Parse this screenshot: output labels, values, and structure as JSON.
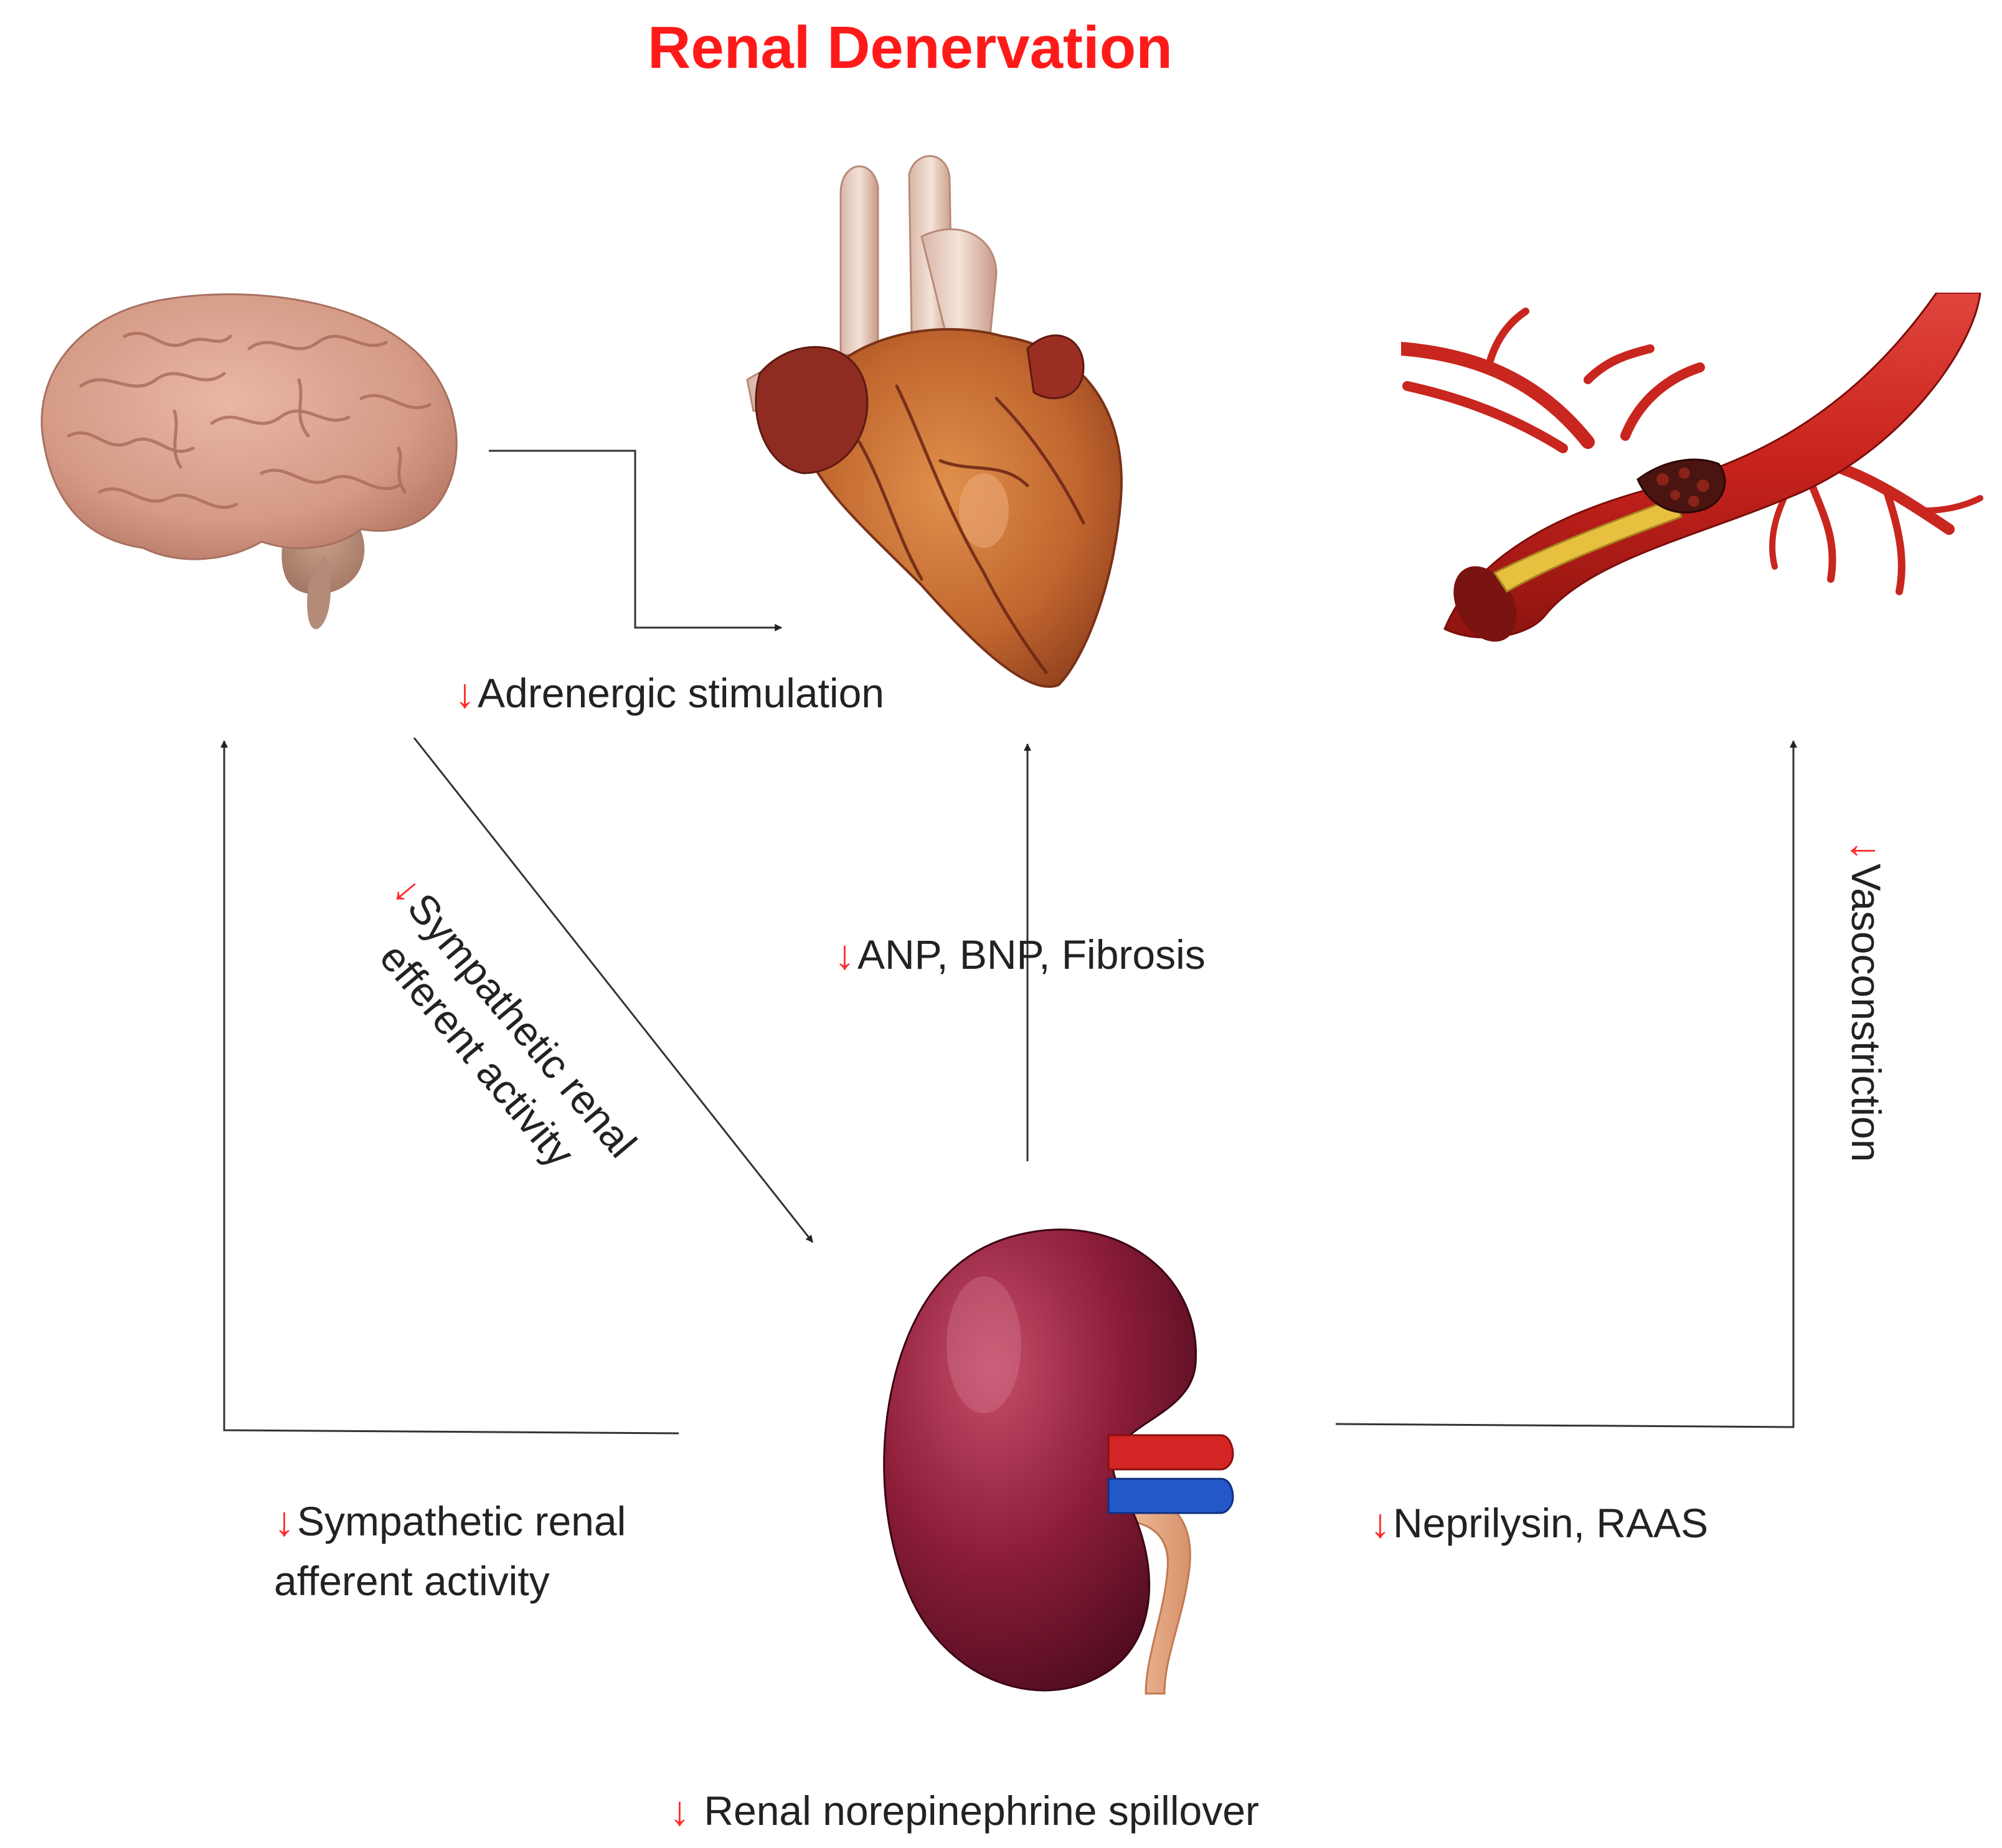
{
  "title": "Renal Denervation",
  "icons": {
    "down_arrow": "↓",
    "brain": "brain-illustration",
    "heart": "heart-illustration",
    "artery": "occluded-artery-illustration",
    "kidney": "kidney-illustration"
  },
  "colors": {
    "title": "#ff1a1a",
    "arrow_symbol": "#ff2a2a",
    "connector": "#333333"
  },
  "labels": {
    "adrenergic": "Adrenergic stimulation",
    "efferent_line1": "Sympathetic renal",
    "efferent_line2": "efferent activity",
    "anp_bnp": "ANP, BNP, Fibrosis",
    "vasoconstriction": "Vasoconstriction",
    "afferent_line1": "Sympathetic renal",
    "afferent_line2": "afferent activity",
    "neprilysin": "Neprilysin, RAAS",
    "spillover": "Renal norepinephrine spillover"
  }
}
